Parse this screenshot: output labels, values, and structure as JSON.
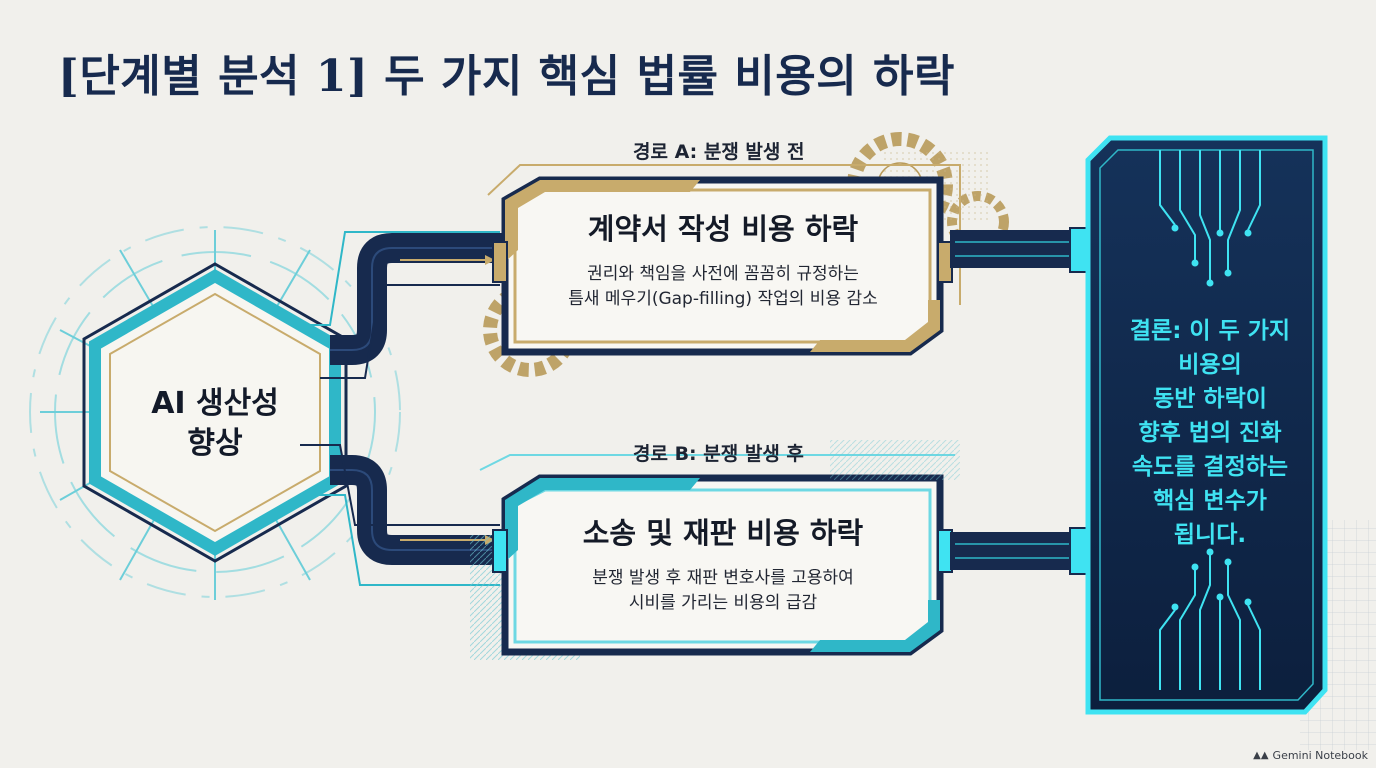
{
  "title": "[단계별 분석 1] 두 가지 핵심 법률 비용의 하락",
  "hub": {
    "lines": [
      "AI 생산성",
      "향상"
    ]
  },
  "path_a": {
    "label": "경로 A: 분쟁 발생 전",
    "heading": "계약서 작성 비용 하락",
    "body": [
      "권리와 책임을 사전에 꼼꼼히 규정하는",
      "틈새 메우기(Gap-filling) 작업의 비용 감소"
    ]
  },
  "path_b": {
    "label": "경로 B: 분쟁 발생 후",
    "heading": "소송 및 재판 비용 하락",
    "body": [
      "분쟁 발생 후 재판 변호사를 고용하여",
      "시비를 가리는 비용의 급감"
    ]
  },
  "conclusion": {
    "lines": [
      "결론: 이 두 가지",
      "비용의",
      "동반 하락이",
      "향후 법의 진화",
      "속도를 결정하는",
      "핵심 변수가",
      "됩니다."
    ]
  },
  "watermark": {
    "icon": "gemini-notebook-icon",
    "text": "Gemini Notebook"
  },
  "colors": {
    "navy": "#172a4e",
    "cyan": "#3fe3f2",
    "teal": "#2fb7c8",
    "gold": "#c8ab6c",
    "background": "#f1f0ec"
  }
}
